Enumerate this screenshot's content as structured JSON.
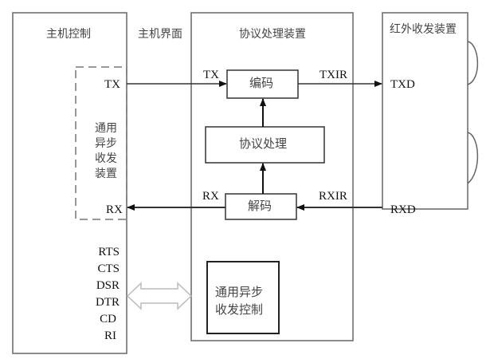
{
  "blocks": {
    "host_control": {
      "title": "主机控制"
    },
    "host_interface": {
      "title": "主机界面"
    },
    "protocol_device": {
      "title": "协议处理装置"
    },
    "ir_device": {
      "title": "红外收发装置"
    },
    "uart_device": {
      "label_lines": [
        "通用",
        "异步",
        "收发",
        "装置"
      ]
    },
    "encoder": {
      "label": "编码"
    },
    "protocol_processing": {
      "label": "协议处理"
    },
    "decoder": {
      "label": "解码"
    },
    "uart_control": {
      "label_lines": [
        "通用异步",
        "收发控制"
      ]
    }
  },
  "signals": {
    "host_tx": "TX",
    "host_rx": "RX",
    "proto_tx": "TX",
    "proto_rx": "RX",
    "txir": "TXIR",
    "rxir": "RXIR",
    "txd": "TXD",
    "rxd": "RXD",
    "control_lines": [
      "RTS",
      "CTS",
      "DSR",
      "DTR",
      "CD",
      "RI"
    ]
  }
}
